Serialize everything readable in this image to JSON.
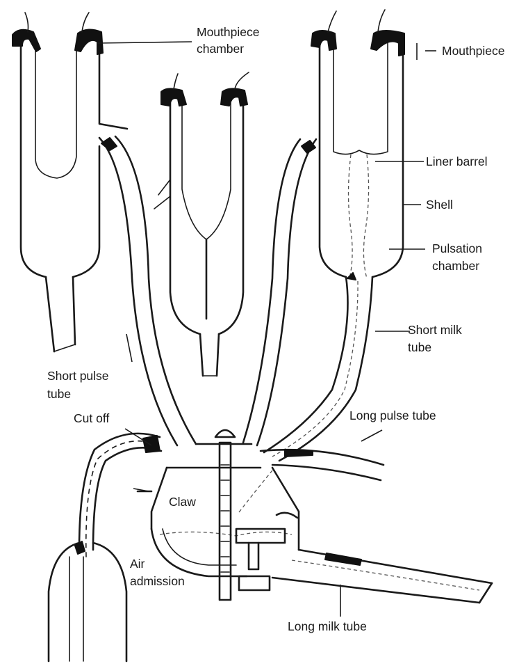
{
  "labels": {
    "mouthpiece_chamber": [
      "Mouthpiece",
      "chamber"
    ],
    "mouthpiece": "Mouthpiece",
    "liner_barrel": "Liner barrel",
    "shell": "Shell",
    "pulsation_chamber": [
      "Pulsation",
      "chamber"
    ],
    "short_milk_tube": [
      "Short milk",
      "tube"
    ],
    "short_pulse_tube": [
      "Short pulse",
      "tube"
    ],
    "cut_off": "Cut off",
    "long_pulse_tube": "Long pulse tube",
    "claw": "Claw",
    "air_admission": [
      "Air",
      "admission"
    ],
    "long_milk_tube": "Long milk tube"
  },
  "colors": {
    "ink": "#1a1a1a",
    "background": "#ffffff",
    "milk": "#f2f2f2"
  }
}
